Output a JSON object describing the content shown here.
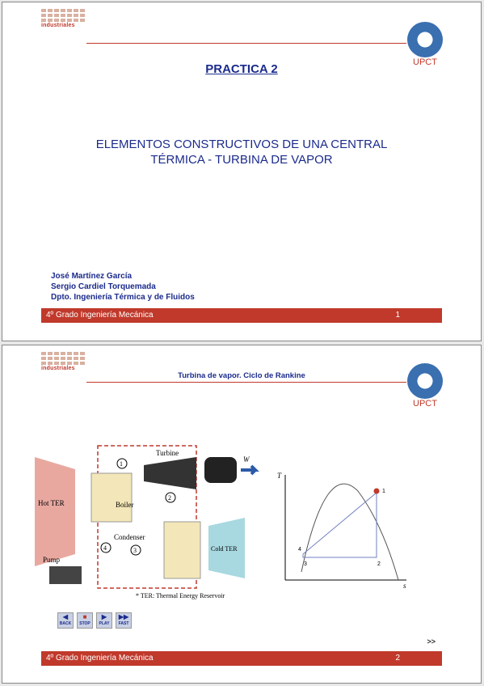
{
  "slide1": {
    "logo_left_word": "industriales",
    "logo_right_label": "UPCT",
    "title": "PRACTICA 2",
    "heading_line1": "ELEMENTOS CONSTRUCTIVOS DE UNA CENTRAL",
    "heading_line2": "TÉRMICA - TURBINA DE VAPOR",
    "authors": [
      "José Martínez García",
      "Sergio Cardiel Torquemada",
      "Dpto. Ingeniería Térmica y de Fluidos"
    ],
    "footer_text": "4º Grado Ingeniería Mecánica",
    "page_number": "1"
  },
  "slide2": {
    "logo_left_word": "industriales",
    "logo_right_label": "UPCT",
    "title": "Turbina de vapor. Ciclo de Rankine",
    "diagram": {
      "hot_label": "Hot TER",
      "boiler_label": "Boiler",
      "turbine_label": "Turbine",
      "condenser_label": "Condenser",
      "pump_label": "Pump",
      "cold_label": "Cold TER",
      "wnet_label": "W",
      "state_1": "1",
      "state_2": "2",
      "state_3": "3",
      "state_4": "4",
      "footnote": "* TER: Thermal Energy Reservoir"
    },
    "ts": {
      "t_axis": "T",
      "s_axis": "s",
      "p1": "1",
      "p2": "2",
      "p3": "3",
      "p4": "4"
    },
    "controls": [
      "BACK",
      "STOP",
      "PLAY",
      "FAST"
    ],
    "next_label": ">>",
    "footer_text": "4º Grado Ingeniería Mecánica",
    "page_number": "2"
  },
  "colors": {
    "brand_red": "#c0392b",
    "title_blue": "#1b2b8c",
    "logo_blue": "#3a6fb0"
  }
}
